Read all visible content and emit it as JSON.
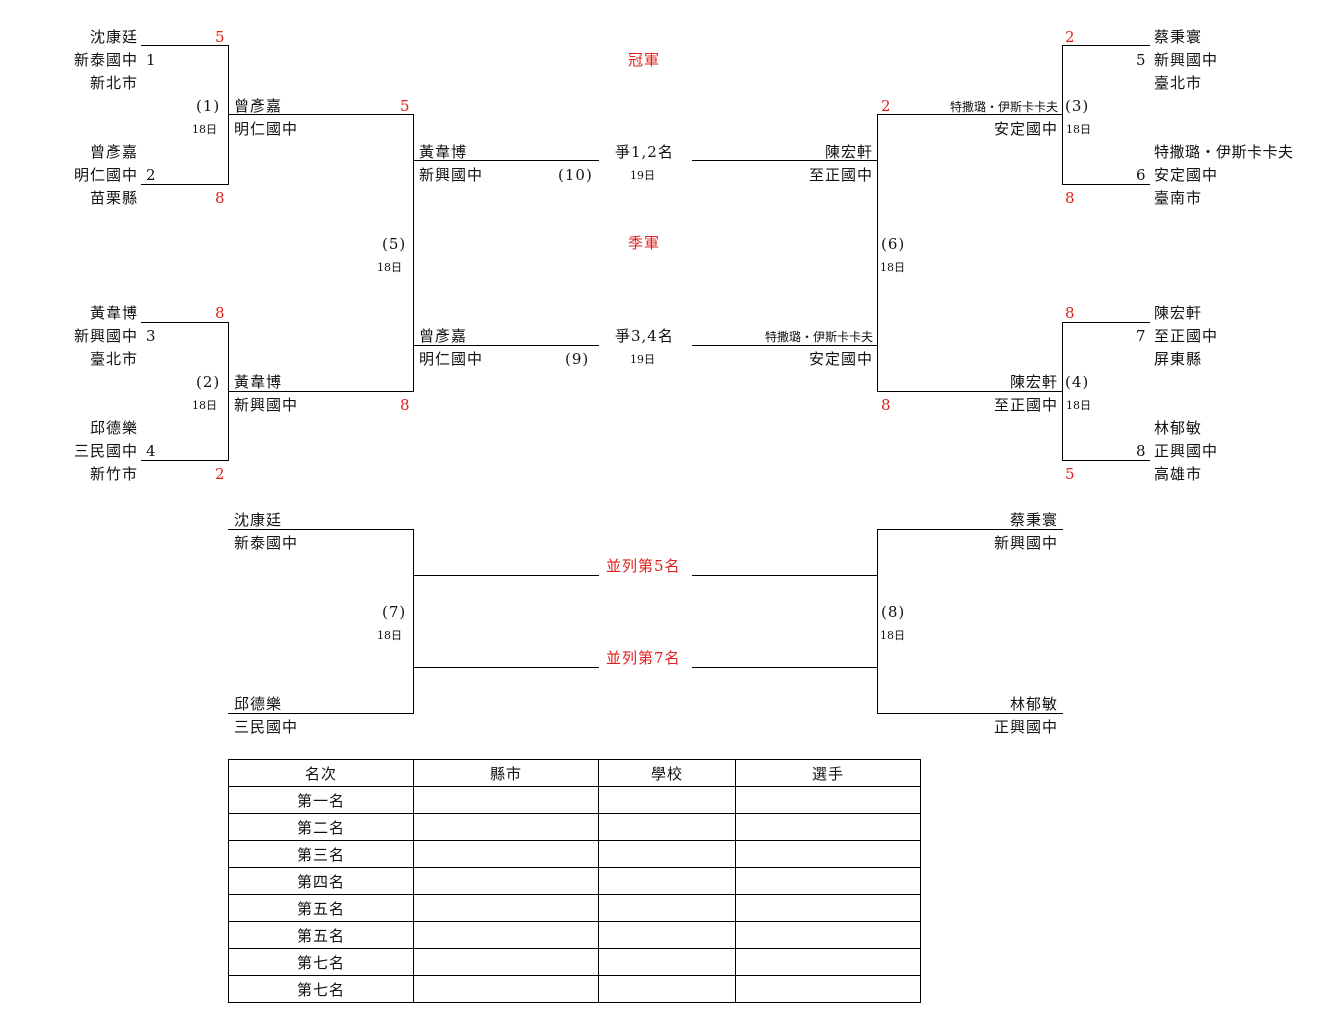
{
  "labels": {
    "champion": "冠軍",
    "third": "季軍",
    "final_12": "爭1,2名",
    "final_34": "爭3,4名",
    "day19a": "19日",
    "day19b": "19日",
    "fifth": "並列第5名",
    "seventh": "並列第7名"
  },
  "left": {
    "p1": {
      "name": "沈康廷",
      "school": "新泰國中",
      "city": "新北市",
      "seed": "1",
      "score": "5"
    },
    "p2": {
      "name": "曾彥嘉",
      "school": "明仁國中",
      "city": "苗栗縣",
      "seed": "2",
      "score": "8"
    },
    "p3": {
      "name": "黃韋博",
      "school": "新興國中",
      "city": "臺北市",
      "seed": "3",
      "score": "8"
    },
    "p4": {
      "name": "邱德樂",
      "school": "三民國中",
      "city": "新竹市",
      "seed": "4",
      "score": "2"
    },
    "m1": {
      "no": "(1)",
      "day": "18日",
      "name": "曾彥嘉",
      "school": "明仁國中",
      "score": "5"
    },
    "m2": {
      "no": "(2)",
      "day": "18日",
      "name": "黃韋博",
      "school": "新興國中",
      "score": "8"
    },
    "m5": {
      "no": "(5)",
      "day": "18日"
    },
    "w5a": {
      "name": "黃韋博",
      "school": "新興國中",
      "no": "(10)"
    },
    "w5b": {
      "name": "曾彥嘉",
      "school": "明仁國中",
      "no": "(9)"
    }
  },
  "right": {
    "p5": {
      "name": "蔡秉寰",
      "school": "新興國中",
      "city": "臺北市",
      "seed": "5",
      "score": "2"
    },
    "p6": {
      "name": "特撒璐‧伊斯卡卡夫",
      "school": "安定國中",
      "city": "臺南市",
      "seed": "6",
      "score": "8"
    },
    "p7": {
      "name": "陳宏軒",
      "school": "至正國中",
      "city": "屏東縣",
      "seed": "7",
      "score": "8"
    },
    "p8": {
      "name": "林郁敏",
      "school": "正興國中",
      "city": "高雄市",
      "seed": "8",
      "score": "5"
    },
    "m3": {
      "no": "(3)",
      "day": "18日",
      "name": "特撒璐‧伊斯卡卡夫",
      "school": "安定國中",
      "score": "2"
    },
    "m4": {
      "no": "(4)",
      "day": "18日",
      "name": "陳宏軒",
      "school": "至正國中",
      "score": "8"
    },
    "m6": {
      "no": "(6)",
      "day": "18日"
    },
    "w6a": {
      "name": "陳宏軒",
      "school": "至正國中"
    },
    "w6b": {
      "name": "特撒璐‧伊斯卡卡夫",
      "school": "安定國中"
    }
  },
  "consolation": {
    "l1": {
      "name": "沈康廷",
      "school": "新泰國中"
    },
    "l2": {
      "name": "邱德樂",
      "school": "三民國中"
    },
    "r1": {
      "name": "蔡秉寰",
      "school": "新興國中"
    },
    "r2": {
      "name": "林郁敏",
      "school": "正興國中"
    },
    "m7": {
      "no": "(7)",
      "day": "18日"
    },
    "m8": {
      "no": "(8)",
      "day": "18日"
    }
  },
  "ranking": {
    "headers": [
      "名次",
      "縣市",
      "學校",
      "選手"
    ],
    "rows": [
      "第一名",
      "第二名",
      "第三名",
      "第四名",
      "第五名",
      "第五名",
      "第七名",
      "第七名"
    ]
  }
}
